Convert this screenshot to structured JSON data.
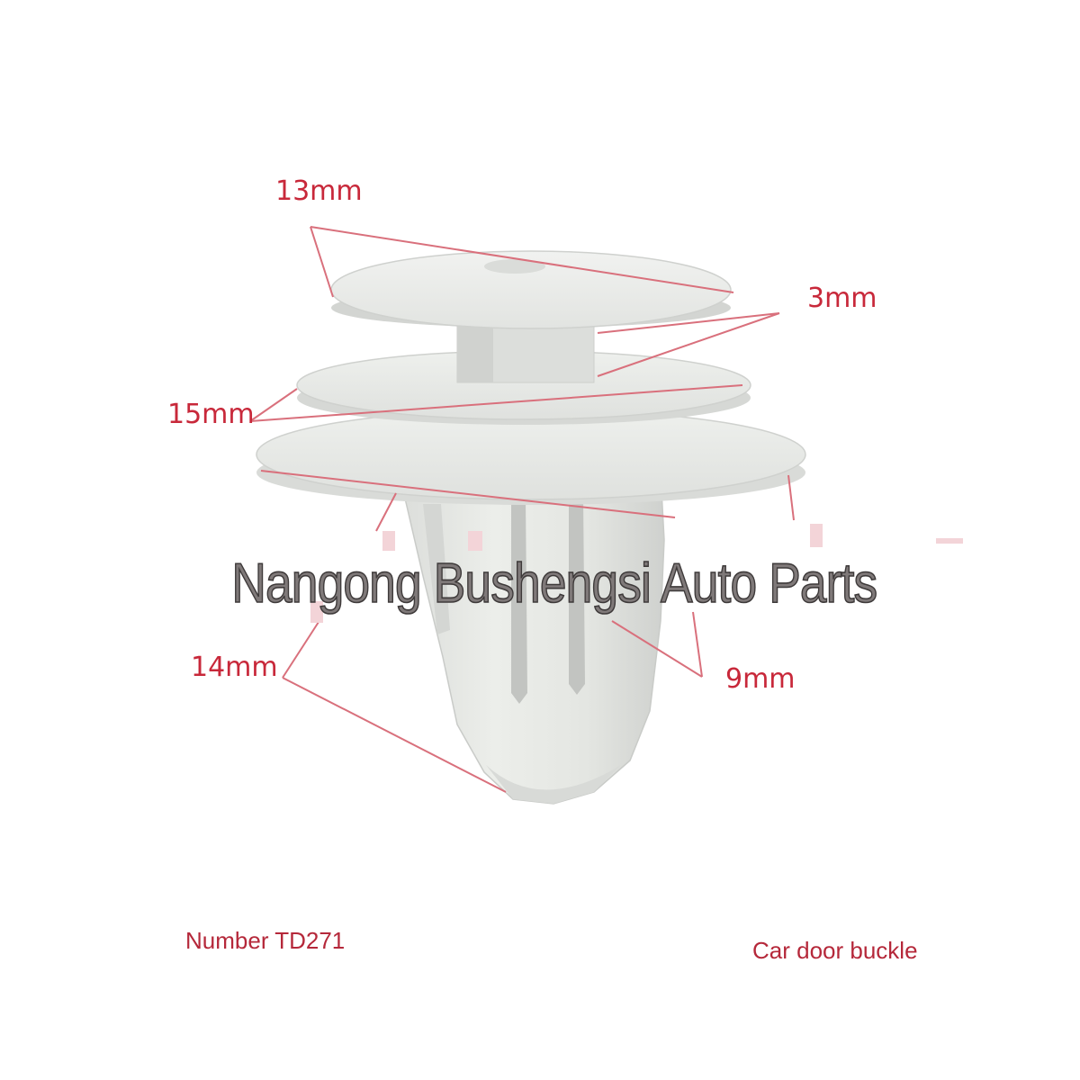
{
  "dimensions": {
    "head_diameter": "13mm",
    "flange_thickness": "3mm",
    "flange_diameter": "15mm",
    "shank_length": "14mm",
    "shank_width": "9mm"
  },
  "watermark": "Nangong Bushengsi Auto Parts",
  "footer": {
    "number": "Number TD271",
    "description": "Car door buckle"
  },
  "colors": {
    "dimension_text": "#c8283a",
    "leader_line": "#d9707c",
    "footer_text": "#b5283a",
    "part_plastic": "#e9ebe8",
    "watermark_fill": "#7f7979"
  }
}
